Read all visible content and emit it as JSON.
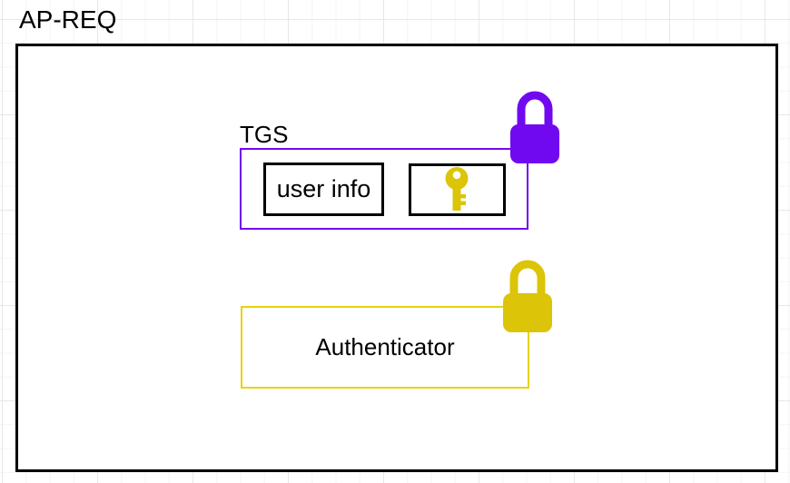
{
  "diagram": {
    "title": "AP-REQ",
    "tgs": {
      "label": "TGS",
      "items": [
        {
          "label": "user info"
        },
        {
          "icon": "session-key-icon"
        }
      ],
      "lock_icon": "purple-lock-icon"
    },
    "authenticator": {
      "label": "Authenticator",
      "lock_icon": "gold-lock-icon"
    }
  },
  "colors": {
    "purple": "#7109F0",
    "gold": "#DCC409",
    "gold-border": "#E8D20E"
  }
}
